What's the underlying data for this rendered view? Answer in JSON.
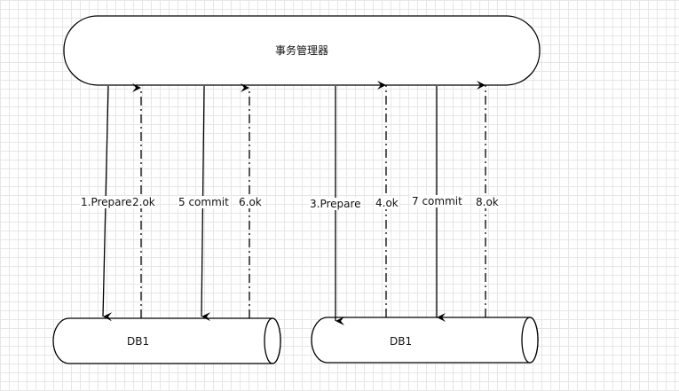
{
  "coordinator": {
    "label": "事务管理器"
  },
  "databases": [
    {
      "label": "DB1"
    },
    {
      "label": "DB1"
    }
  ],
  "messages": [
    {
      "label": "1.Prepare",
      "direction": "down",
      "style": "solid"
    },
    {
      "label": "2.ok",
      "direction": "up",
      "style": "dash-dot"
    },
    {
      "label": "5 commit",
      "direction": "down",
      "style": "solid"
    },
    {
      "label": "6.ok",
      "direction": "up",
      "style": "dash-dot"
    },
    {
      "label": "3.Prepare",
      "direction": "down",
      "style": "solid"
    },
    {
      "label": "4.ok",
      "direction": "up",
      "style": "dash-dot"
    },
    {
      "label": "7 commit",
      "direction": "down",
      "style": "solid"
    },
    {
      "label": "8.ok",
      "direction": "up",
      "style": "dash-dot"
    }
  ],
  "colors": {
    "stroke": "#000000",
    "grid": "#e6e6e6",
    "background": "#ffffff"
  }
}
